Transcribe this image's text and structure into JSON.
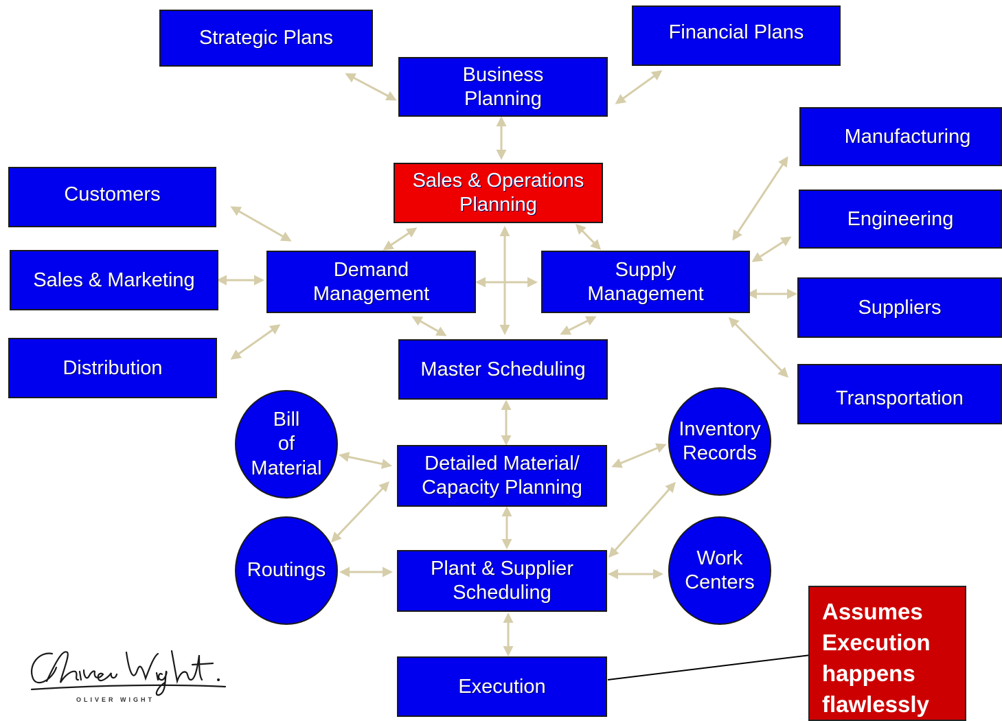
{
  "nodes": {
    "strategic_plans": "Strategic Plans",
    "financial_plans": "Financial Plans",
    "business_planning": "Business\nPlanning",
    "manufacturing": "Manufacturing",
    "sop": "Sales & Operations\nPlanning",
    "customers": "Customers",
    "engineering": "Engineering",
    "sales_marketing": "Sales & Marketing",
    "demand_management": "Demand\nManagement",
    "supply_management": "Supply\nManagement",
    "suppliers": "Suppliers",
    "distribution": "Distribution",
    "master_scheduling": "Master Scheduling",
    "transportation": "Transportation",
    "bill_of_material": "Bill\nof\nMaterial",
    "inventory_records": "Inventory\nRecords",
    "detailed_planning": "Detailed Material/\nCapacity Planning",
    "routings": "Routings",
    "work_centers": "Work\nCenters",
    "plant_supplier_scheduling": "Plant & Supplier\nScheduling",
    "execution": "Execution"
  },
  "note": "Assumes\nExecution\nhappens\nflawlessly",
  "logo": {
    "signature": "Oliver Wight",
    "name": "OLIVER WIGHT"
  },
  "colors": {
    "box_fill": "#0000ee",
    "highlight_fill": "#ee0000",
    "note_fill": "#cc0000",
    "arrow": "#d6ceaa",
    "text": "#ffffff"
  }
}
